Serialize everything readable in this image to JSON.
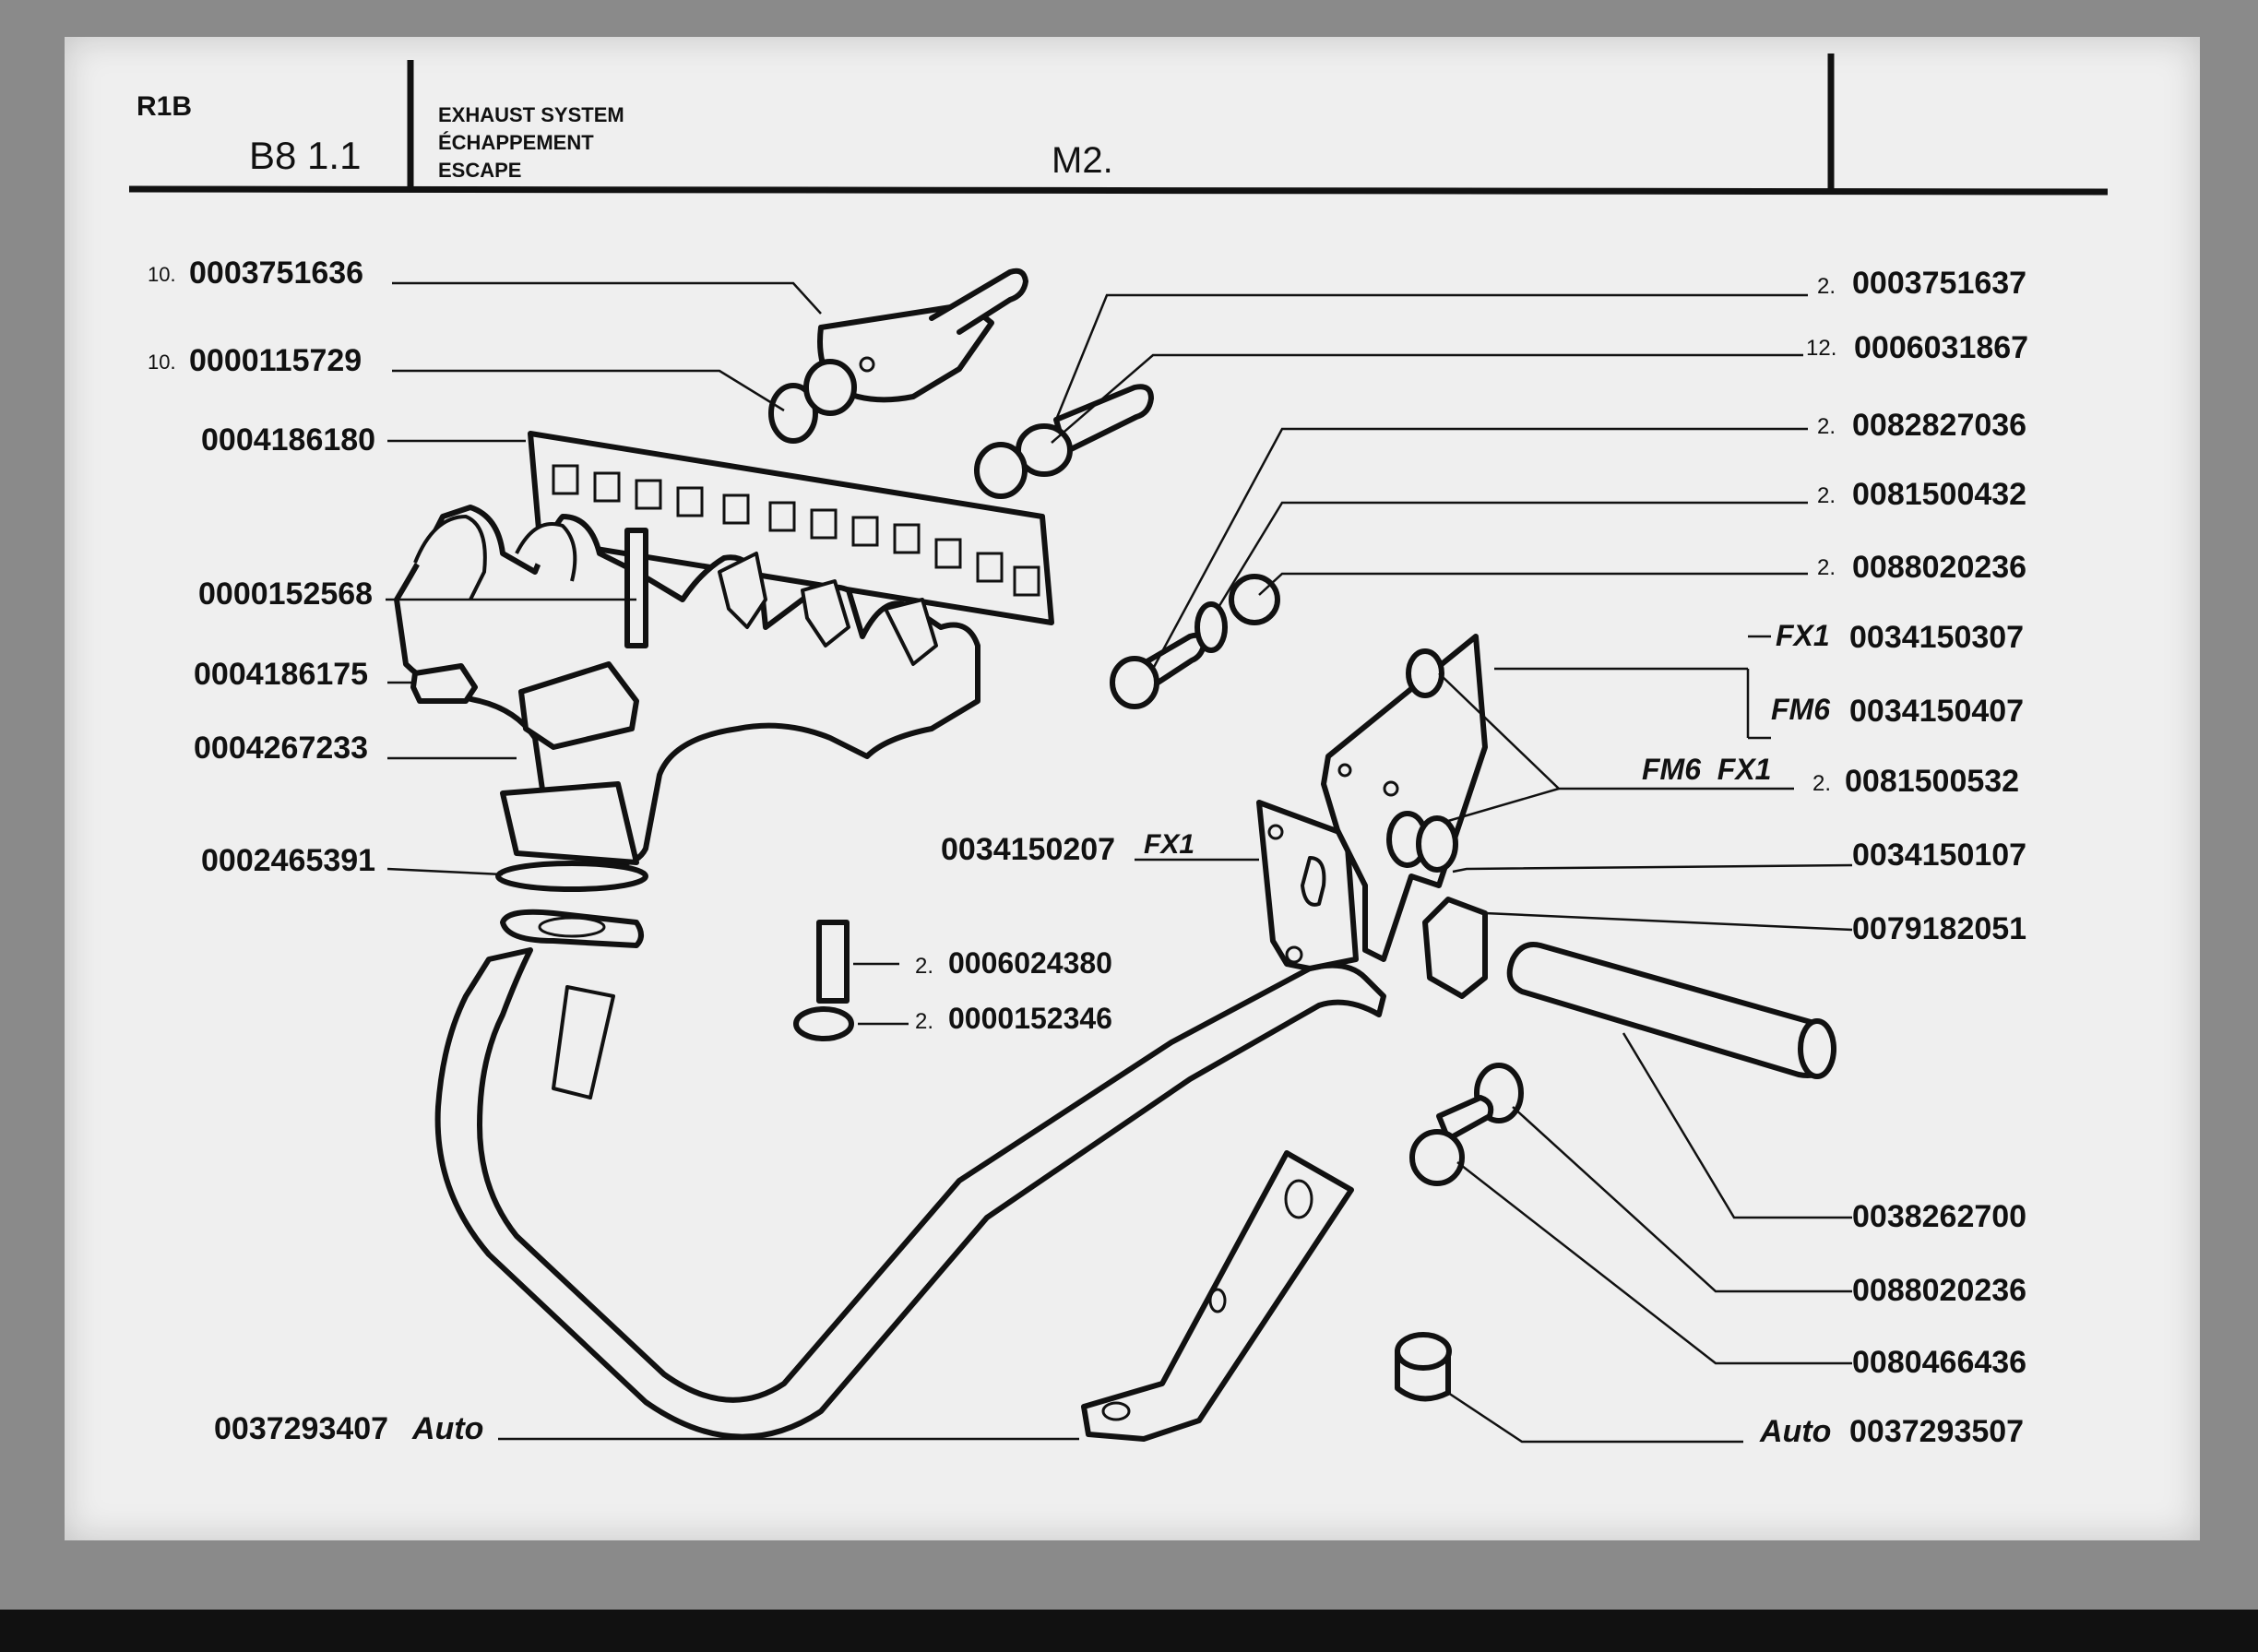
{
  "header": {
    "model": "R1B",
    "section": "B8 1.1",
    "title_en": "EXHAUST SYSTEM",
    "title_fr": "ÉCHAPPEMENT",
    "title_es": "ESCAPE",
    "group": "M2."
  },
  "labels": {
    "p0003751636": {
      "qty": "10.",
      "code": "0003751636"
    },
    "p0000115729": {
      "qty": "10.",
      "code": "0000115729"
    },
    "p0004186180": {
      "code": "0004186180"
    },
    "p0000152568": {
      "code": "0000152568"
    },
    "p0004186175": {
      "code": "0004186175"
    },
    "p0004267233": {
      "code": "0004267233"
    },
    "p0002465391": {
      "code": "0002465391"
    },
    "p0034150207": {
      "code": "0034150207",
      "tag": "FX1"
    },
    "p0006024380": {
      "qty": "2.",
      "code": "0006024380"
    },
    "p0000152346": {
      "qty": "2.",
      "code": "0000152346"
    },
    "p0037293407": {
      "code": "0037293407",
      "tag": "Auto"
    },
    "p0003751637": {
      "qty": "2.",
      "code": "0003751637"
    },
    "p0006031867": {
      "qty": "12.",
      "code": "0006031867"
    },
    "p0082827036": {
      "qty": "2.",
      "code": "0082827036"
    },
    "p0081500432": {
      "qty": "2.",
      "code": "0081500432"
    },
    "p0088020236a": {
      "qty": "2.",
      "code": "0088020236"
    },
    "p0034150307": {
      "tag": "FX1",
      "code": "0034150307"
    },
    "p0034150407": {
      "tag": "FM6",
      "code": "0034150407"
    },
    "p0081500532": {
      "tag": "FM6  FX1",
      "qty": "2.",
      "code": "0081500532"
    },
    "p0034150107": {
      "code": "0034150107"
    },
    "p0079182051": {
      "code": "0079182051"
    },
    "p0038262700": {
      "code": "0038262700"
    },
    "p0088020236b": {
      "code": "0088020236"
    },
    "p0080466436": {
      "code": "0080466436"
    },
    "p0037293507": {
      "tag": "Auto",
      "code": "0037293507"
    }
  }
}
